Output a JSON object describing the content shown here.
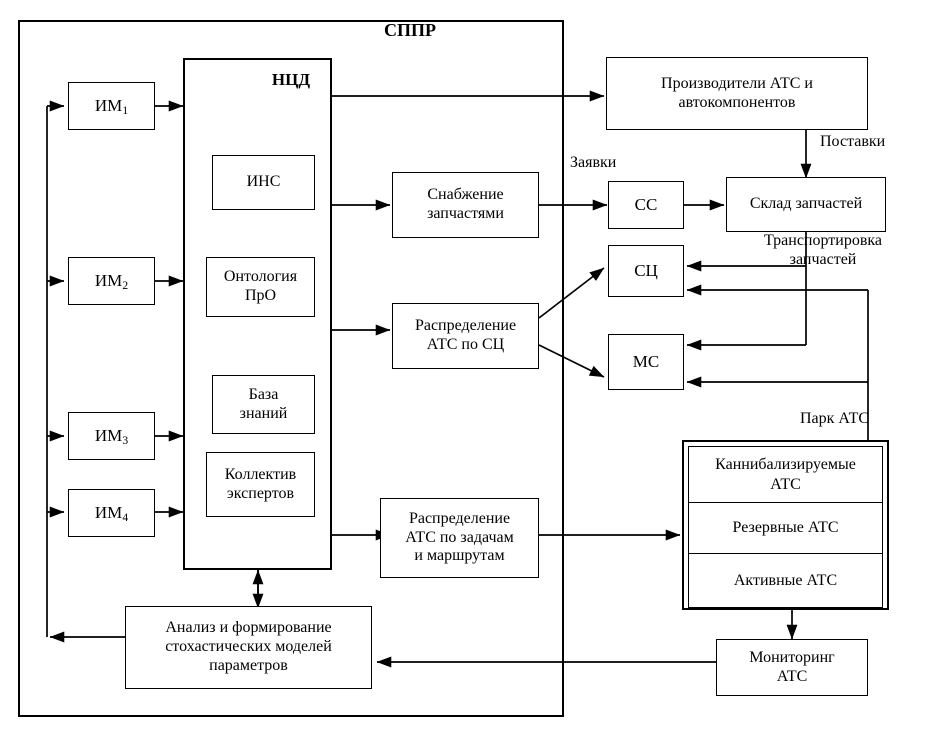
{
  "diagram": {
    "title": "СППР",
    "outer_frame_name": "СППР",
    "subsystem_title": "НЦД",
    "park_label": "Парк АТС",
    "edge_labels": {
      "postavki": "Поставки",
      "zayavki": "Заявки",
      "transportirovka": "Транспортировка\nзапчастей",
      "transportirovka_line1": "Транспортировка",
      "transportirovka_line2": "запчастей"
    },
    "im_blocks": [
      {
        "label": "ИМ",
        "index": "1"
      },
      {
        "label": "ИМ",
        "index": "2"
      },
      {
        "label": "ИМ",
        "index": "3"
      },
      {
        "label": "ИМ",
        "index": "4"
      }
    ],
    "ncd_inner_blocks": [
      {
        "name": "ins",
        "label": "ИНС"
      },
      {
        "name": "ontology",
        "label": "Онтология\nПрО",
        "line1": "Онтология",
        "line2": "ПрО"
      },
      {
        "name": "knowledge-base",
        "label": "База\nзнаний",
        "line1": "База",
        "line2": "знаний"
      },
      {
        "name": "experts",
        "label": "Коллектив\nэкспертов",
        "line1": "Коллектив",
        "line2": "экспертов"
      }
    ],
    "process_blocks": [
      {
        "name": "supply-parts",
        "line1": "Снабжение",
        "line2": "запчастями"
      },
      {
        "name": "distribution-sc",
        "line1": "Распределение",
        "line2": "АТС по СЦ"
      },
      {
        "name": "distribution-tasks",
        "line1": "Распределение",
        "line2": "АТС по задачам",
        "line3": "и маршрутам"
      },
      {
        "name": "analysis-models",
        "line1": "Анализ и формирование",
        "line2": "стохастических моделей",
        "line3": "параметров"
      }
    ],
    "external_blocks": [
      {
        "name": "manufacturers",
        "line1": "Производители АТС и",
        "line2": "автокомпонентов"
      },
      {
        "name": "parts-warehouse",
        "label": "Склад запчастей"
      },
      {
        "name": "ss",
        "label": "СС"
      },
      {
        "name": "sc",
        "label": "СЦ"
      },
      {
        "name": "ms",
        "label": "МС"
      },
      {
        "name": "monitoring",
        "line1": "Мониторинг",
        "line2": "АТС"
      }
    ],
    "park_rows": [
      {
        "name": "cannibalized",
        "line1": "Каннибализируемые",
        "line2": "АТС"
      },
      {
        "name": "reserve",
        "label": "Резервные  АТС"
      },
      {
        "name": "active",
        "label": "Активные АТС"
      }
    ],
    "colors": {
      "stroke": "#000000",
      "background": "#ffffff"
    }
  }
}
